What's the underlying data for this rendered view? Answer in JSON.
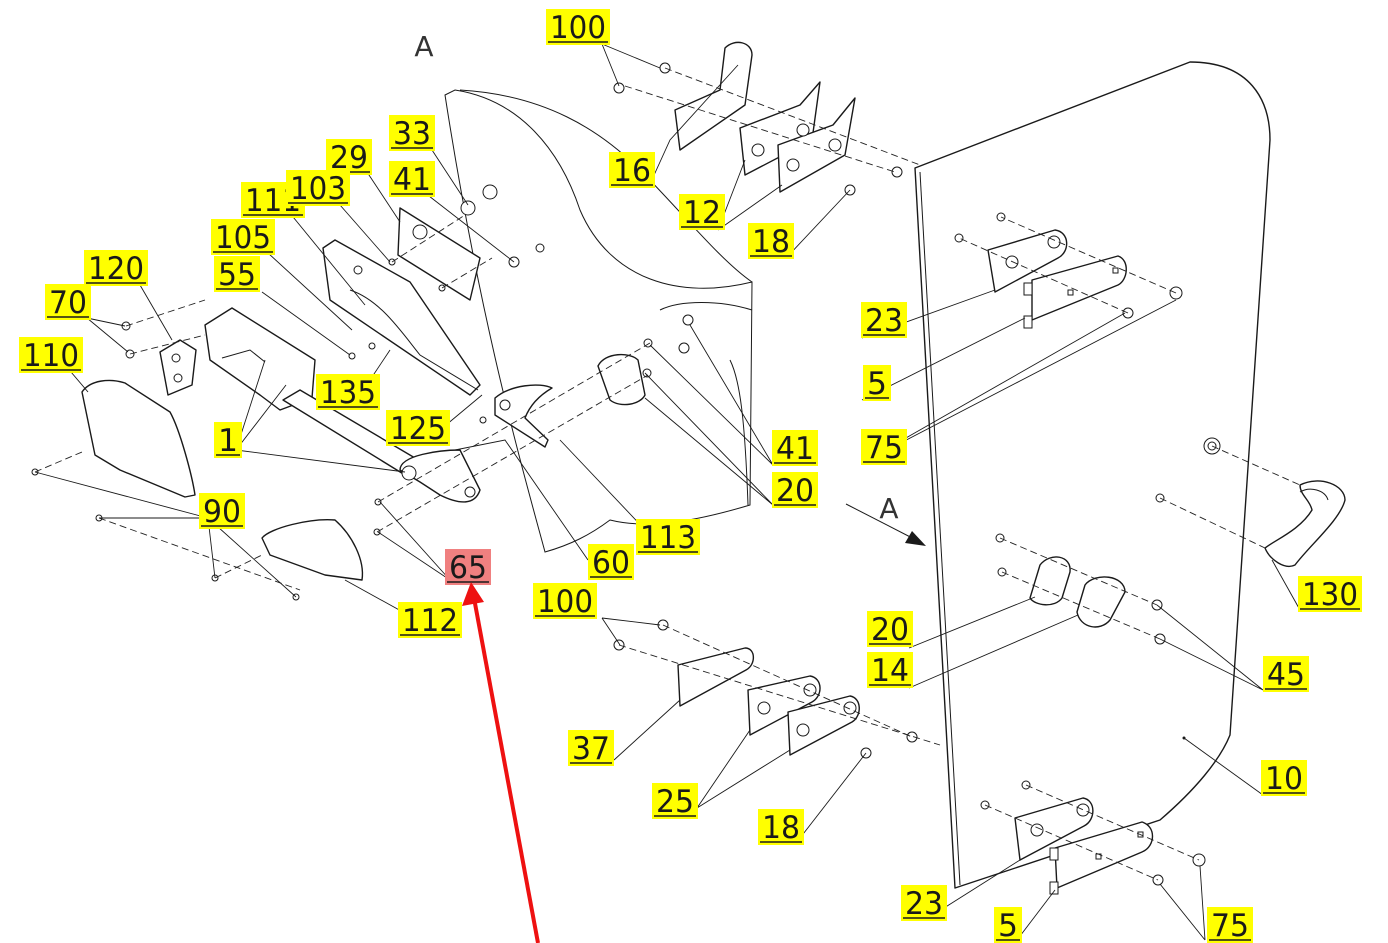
{
  "view_marker": "A",
  "colors": {
    "label_fill": "#ffff00",
    "highlight_fill": "#f08080",
    "arrow": "#ee1111"
  },
  "callouts": [
    {
      "text": "100"
    },
    {
      "text": "16"
    },
    {
      "text": "12"
    },
    {
      "text": "18"
    },
    {
      "text": "33"
    },
    {
      "text": "29"
    },
    {
      "text": "41"
    },
    {
      "text": "111"
    },
    {
      "text": "103"
    },
    {
      "text": "105"
    },
    {
      "text": "120"
    },
    {
      "text": "55"
    },
    {
      "text": "70"
    },
    {
      "text": "110"
    },
    {
      "text": "135"
    },
    {
      "text": "125"
    },
    {
      "text": "1"
    },
    {
      "text": "90"
    },
    {
      "text": "65"
    },
    {
      "text": "112"
    },
    {
      "text": "60"
    },
    {
      "text": "113"
    },
    {
      "text": "41"
    },
    {
      "text": "20"
    },
    {
      "text": "23"
    },
    {
      "text": "5"
    },
    {
      "text": "75"
    },
    {
      "text": "100"
    },
    {
      "text": "37"
    },
    {
      "text": "25"
    },
    {
      "text": "18"
    },
    {
      "text": "20"
    },
    {
      "text": "14"
    },
    {
      "text": "45"
    },
    {
      "text": "130"
    },
    {
      "text": "10"
    },
    {
      "text": "23"
    },
    {
      "text": "5"
    },
    {
      "text": "75"
    }
  ],
  "highlighted": "65"
}
